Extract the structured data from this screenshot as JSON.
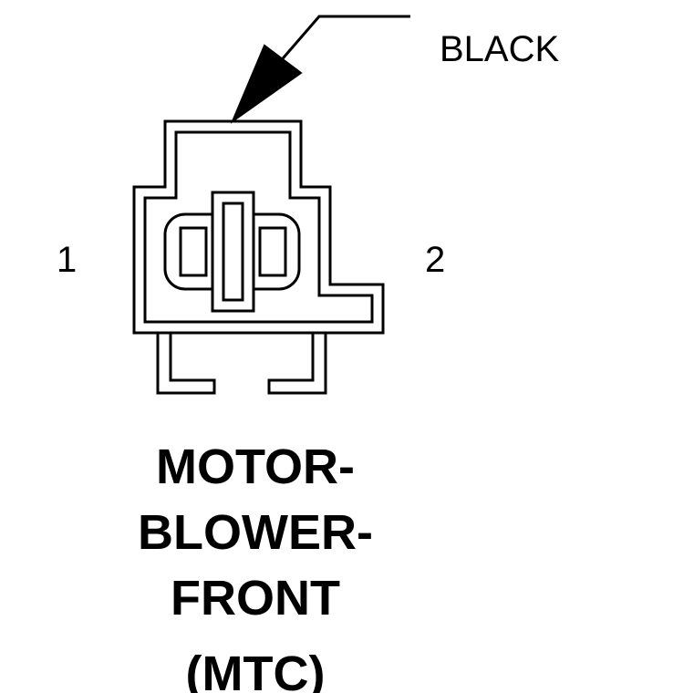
{
  "callout": {
    "label": "BLACK"
  },
  "pins": {
    "left": "1",
    "right": "2"
  },
  "title": {
    "line1": "MOTOR-",
    "line2": "BLOWER-",
    "line3": "FRONT",
    "line4": "(MTC)"
  },
  "colors": {
    "ink": "#000000",
    "background": "#ffffff"
  }
}
